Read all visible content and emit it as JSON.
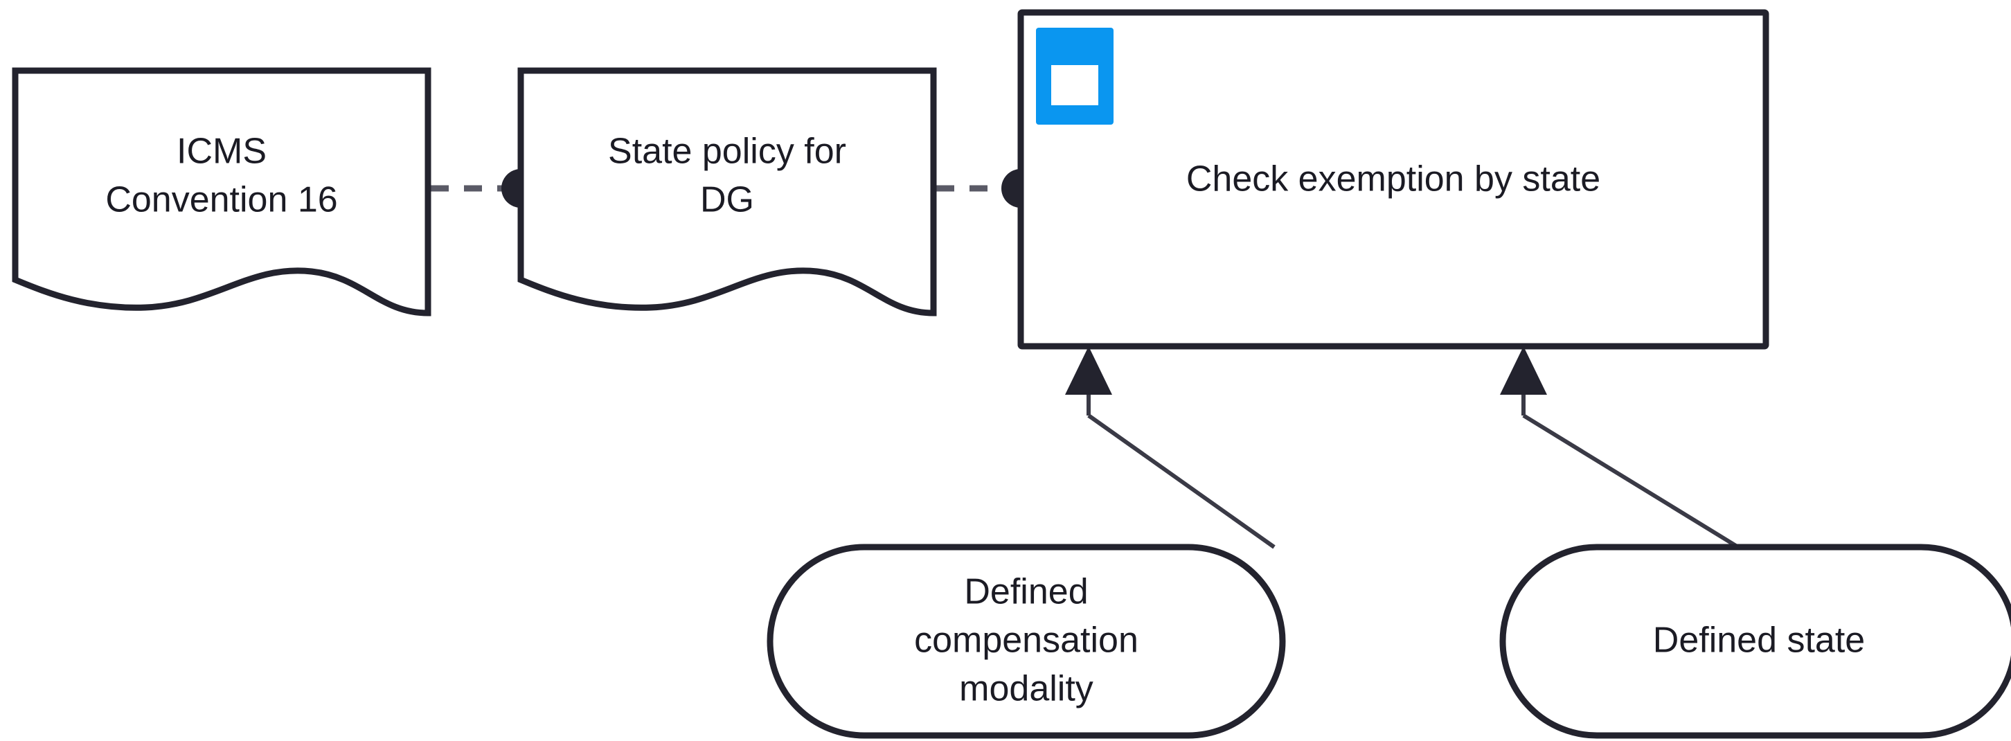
{
  "diagram": {
    "title": "Check exemption by state",
    "background_color": "#ffffff",
    "stroke_color": "#23232e",
    "accent_color": "#0a96f0",
    "connector_color": "#5a5a66",
    "nodes": [
      {
        "id": "icms-convention-16",
        "shape": "document",
        "label_lines": [
          "ICMS",
          "Convention 16"
        ],
        "label": "ICMS Convention 16"
      },
      {
        "id": "state-policy-for-dg",
        "shape": "document",
        "label_lines": [
          "State policy for",
          "DG"
        ],
        "label": "State policy for DG"
      },
      {
        "id": "check-exemption-by-state",
        "shape": "task",
        "label_lines": [
          "Check exemption by state"
        ],
        "label": "Check exemption by state",
        "icon": "business-rule-task-icon",
        "icon_color": "#0a96f0"
      },
      {
        "id": "defined-compensation-modality",
        "shape": "stadium",
        "label_lines": [
          "Defined",
          "compensation",
          "modality"
        ],
        "label": "Defined compensation modality"
      },
      {
        "id": "defined-state",
        "shape": "stadium",
        "label_lines": [
          "Defined state"
        ],
        "label": "Defined state"
      }
    ],
    "connectors": [
      {
        "id": "assoc-icms-to-policy",
        "type": "association-dashed",
        "from": "icms-convention-16",
        "to": "state-policy-for-dg",
        "end_marker": "filled-circle"
      },
      {
        "id": "assoc-policy-to-check",
        "type": "association-dashed",
        "from": "state-policy-for-dg",
        "to": "check-exemption-by-state",
        "end_marker": "filled-circle"
      },
      {
        "id": "flow-compensation-to-check",
        "type": "flow-arrow",
        "from": "defined-compensation-modality",
        "to": "check-exemption-by-state",
        "end_marker": "solid-triangle"
      },
      {
        "id": "flow-state-to-check",
        "type": "flow-arrow",
        "from": "defined-state",
        "to": "check-exemption-by-state",
        "end_marker": "solid-triangle"
      }
    ]
  }
}
